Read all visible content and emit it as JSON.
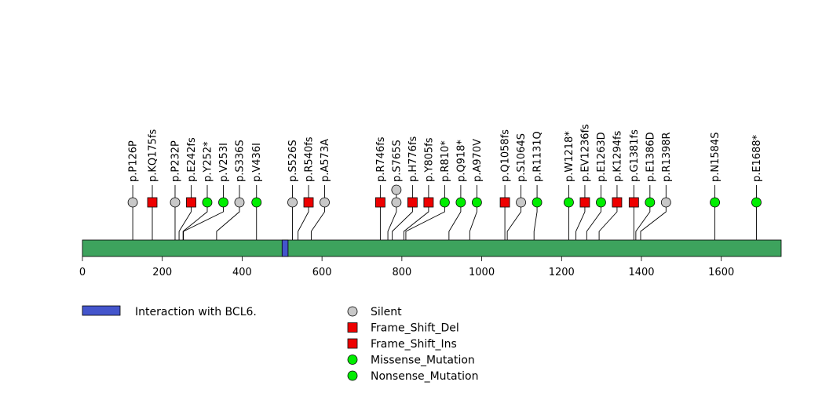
{
  "chart_data": {
    "type": "lollipop",
    "protein_length": 1750,
    "xlim": [
      0,
      1750
    ],
    "x_ticks": [
      0,
      200,
      400,
      600,
      800,
      1000,
      1200,
      1400,
      1600
    ],
    "protein_color": "#3da35d",
    "domains": [
      {
        "name": "Interaction with BCL6.",
        "start": 500,
        "end": 515,
        "color": "#4455cc"
      }
    ],
    "legend": {
      "domain_entries": [
        {
          "label": "Interaction with BCL6.",
          "color": "#4455cc"
        }
      ],
      "mutation_entries": [
        {
          "label": "Silent",
          "shape": "circle",
          "color": "#c8c8c8"
        },
        {
          "label": "Frame_Shift_Del",
          "shape": "square",
          "color": "#ee0000"
        },
        {
          "label": "Frame_Shift_Ins",
          "shape": "square",
          "color": "#ee0000"
        },
        {
          "label": "Missense_Mutation",
          "shape": "circle",
          "color": "#00ee00"
        },
        {
          "label": "Nonsense_Mutation",
          "shape": "circle",
          "color": "#00ee00"
        }
      ]
    },
    "mutations": [
      {
        "label": "p.P126P",
        "position": 126,
        "type": "Silent",
        "count": 1
      },
      {
        "label": "p.KQ175fs",
        "position": 175,
        "type": "Frame_Shift_Del",
        "count": 1
      },
      {
        "label": "p.P232P",
        "position": 232,
        "type": "Silent",
        "count": 1
      },
      {
        "label": "p.E242fs",
        "position": 242,
        "type": "Frame_Shift_Del",
        "count": 1
      },
      {
        "label": "p.Y252*",
        "position": 252,
        "type": "Nonsense_Mutation",
        "count": 1
      },
      {
        "label": "p.V253I",
        "position": 253,
        "type": "Missense_Mutation",
        "count": 1
      },
      {
        "label": "p.S336S",
        "position": 336,
        "type": "Silent",
        "count": 1
      },
      {
        "label": "p.V436I",
        "position": 436,
        "type": "Missense_Mutation",
        "count": 1
      },
      {
        "label": "p.S526S",
        "position": 526,
        "type": "Silent",
        "count": 1
      },
      {
        "label": "p.R540fs",
        "position": 540,
        "type": "Frame_Shift_Del",
        "count": 1
      },
      {
        "label": "p.A573A",
        "position": 573,
        "type": "Silent",
        "count": 1
      },
      {
        "label": "p.R746fs",
        "position": 746,
        "type": "Frame_Shift_Del",
        "count": 1
      },
      {
        "label": "p.S765S",
        "position": 765,
        "type": "Silent",
        "count": 2
      },
      {
        "label": "p.H776fs",
        "position": 776,
        "type": "Frame_Shift_Del",
        "count": 1
      },
      {
        "label": "p.Y805fs",
        "position": 805,
        "type": "Frame_Shift_Ins",
        "count": 1
      },
      {
        "label": "p.R810*",
        "position": 810,
        "type": "Nonsense_Mutation",
        "count": 1
      },
      {
        "label": "p.Q918*",
        "position": 918,
        "type": "Nonsense_Mutation",
        "count": 1
      },
      {
        "label": "p.A970V",
        "position": 970,
        "type": "Missense_Mutation",
        "count": 1
      },
      {
        "label": "p.Q1058fs",
        "position": 1058,
        "type": "Frame_Shift_Del",
        "count": 1
      },
      {
        "label": "p.S1064S",
        "position": 1064,
        "type": "Silent",
        "count": 1
      },
      {
        "label": "p.R1131Q",
        "position": 1131,
        "type": "Missense_Mutation",
        "count": 1
      },
      {
        "label": "p.W1218*",
        "position": 1218,
        "type": "Nonsense_Mutation",
        "count": 1
      },
      {
        "label": "p.EV1236fs",
        "position": 1236,
        "type": "Frame_Shift_Del",
        "count": 1
      },
      {
        "label": "p.E1263D",
        "position": 1263,
        "type": "Missense_Mutation",
        "count": 1
      },
      {
        "label": "p.K1294fs",
        "position": 1294,
        "type": "Frame_Shift_Del",
        "count": 1
      },
      {
        "label": "p.G1381fs",
        "position": 1381,
        "type": "Frame_Shift_Del",
        "count": 1
      },
      {
        "label": "p.E1386D",
        "position": 1386,
        "type": "Missense_Mutation",
        "count": 1
      },
      {
        "label": "p.R1398R",
        "position": 1398,
        "type": "Silent",
        "count": 1
      },
      {
        "label": "p.N1584S",
        "position": 1584,
        "type": "Missense_Mutation",
        "count": 1
      },
      {
        "label": "p.E1688*",
        "position": 1688,
        "type": "Nonsense_Mutation",
        "count": 1
      }
    ]
  }
}
